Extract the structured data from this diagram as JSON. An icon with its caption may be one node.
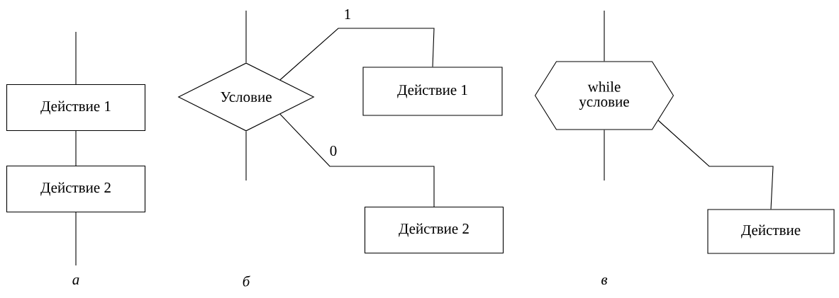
{
  "diagram": {
    "nodes": [
      {
        "text": [
          "Действие 1"
        ]
      },
      {
        "text": [
          "Действие 2"
        ]
      },
      {
        "text": [
          "Условие"
        ]
      },
      {
        "text": [
          "Действие 1"
        ]
      },
      {
        "text": [
          "Действие 2"
        ]
      },
      {
        "text": [
          "while условие"
        ]
      },
      {
        "text": [
          "Действие"
        ]
      }
    ],
    "edges": [
      {
        "from": null,
        "to": 0,
        "arrow": "none"
      },
      {
        "from": 0,
        "to": 1,
        "arrow": "none"
      },
      {
        "from": 1,
        "to": null,
        "arrow": "none"
      },
      {
        "from": null,
        "to": 2,
        "arrow": "none"
      },
      {
        "from": 2,
        "to": 3,
        "arrow": "none",
        "label": "1"
      },
      {
        "from": 2,
        "to": 4,
        "arrow": "none",
        "label": "0"
      },
      {
        "from": 2,
        "to": null,
        "arrow": "none"
      },
      {
        "from": null,
        "to": 5,
        "arrow": "none"
      },
      {
        "from": 5,
        "to": null,
        "arrow": "none"
      },
      {
        "from": 5,
        "to": 6,
        "arrow": "none"
      }
    ],
    "labels": [
      "а",
      "б",
      "в"
    ]
  }
}
